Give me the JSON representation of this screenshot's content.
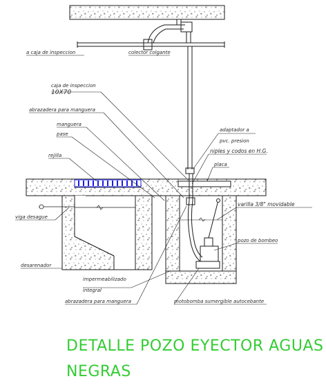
{
  "labels": {
    "caja_inspeccion_top": "a caja de inspeccion",
    "colector": "colector colgante",
    "caja_inspeccion": "caja de inspeccion",
    "dim": "10X70",
    "abrazadera_top": "abrazadera para manguera",
    "manguera": "manguera",
    "pase": "pase",
    "rejilla": "rejilla",
    "adaptador": "adaptador a",
    "pvc": "pvc. presion",
    "niples": "niples y codos en H.G.",
    "placa": "placa",
    "viga": "viga desague",
    "varilla": "varilla 3/8\" movidable",
    "pozo": "pozo de bombeo",
    "desarenador": "desarenador",
    "impermeabilizado": "impermeabilizado",
    "integral": "integral",
    "abrazadera_bottom": "abrazadera para manguera",
    "motobomba": "motobomba sumergible autocebante"
  },
  "title": {
    "line1": "DETALLE POZO EYECTOR AGUAS",
    "line2": "NEGRAS"
  },
  "colors": {
    "line": "#1a1a1a",
    "accent_blue": "#1a1aee",
    "title_green": "#33cc33"
  }
}
